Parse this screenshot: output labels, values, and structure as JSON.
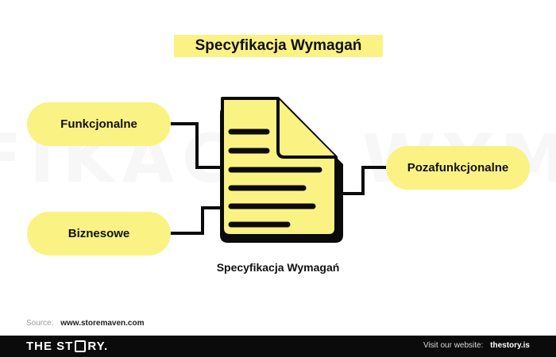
{
  "title": "Specyfikacja Wymagań",
  "watermark": "FIKACJA WYM",
  "nodes": {
    "functional": "Funkcjonalne",
    "business": "Biznesowe",
    "nonfunctional": "Pozafunkcjonalne"
  },
  "document": {
    "caption": "Specyfikacja Wymagań",
    "icon": "document-icon"
  },
  "source": {
    "label": "Source:",
    "url": "www.storemaven.com"
  },
  "footer": {
    "brand_part1": "THE ST",
    "brand_part2": "RY.",
    "visit_label": "Visit our website:",
    "site": "thestory.is"
  },
  "colors": {
    "accent": "#fbf284",
    "outline": "#0b0b0b",
    "footer_bg": "#0b0b0b"
  }
}
